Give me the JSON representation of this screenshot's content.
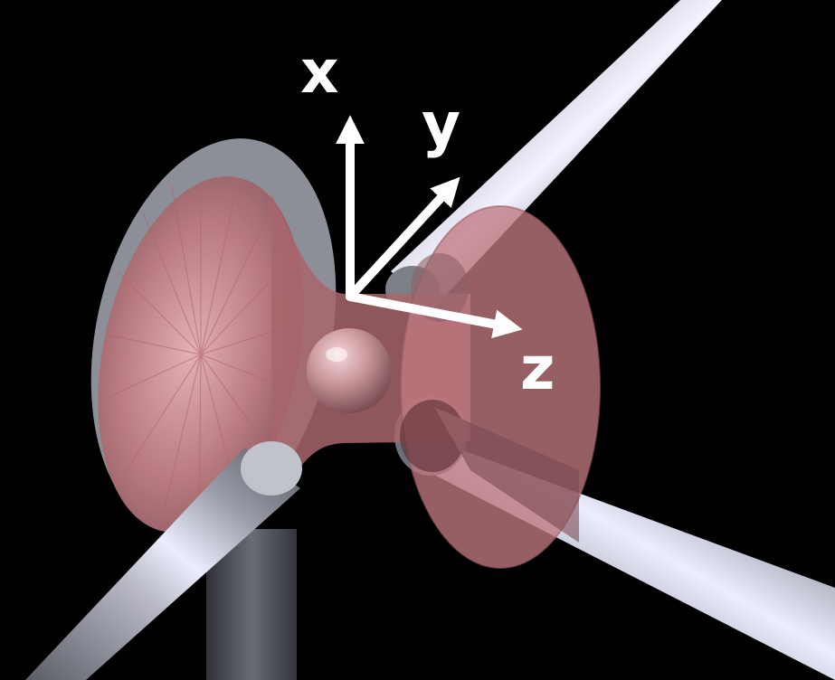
{
  "axes": {
    "x_label": "x",
    "y_label": "y",
    "z_label": "z"
  },
  "colors": {
    "background": "#000000",
    "rod_metal": "#a8a9b4",
    "rod_highlight": "#eef0ff",
    "trap_field": "#c07a80",
    "endcap_ring": "#8d8f98",
    "axis_arrows": "#ffffff"
  },
  "icons": {
    "x_axis": "arrow-up-icon",
    "y_axis": "arrow-diagonal-icon",
    "z_axis": "arrow-right-icon"
  }
}
